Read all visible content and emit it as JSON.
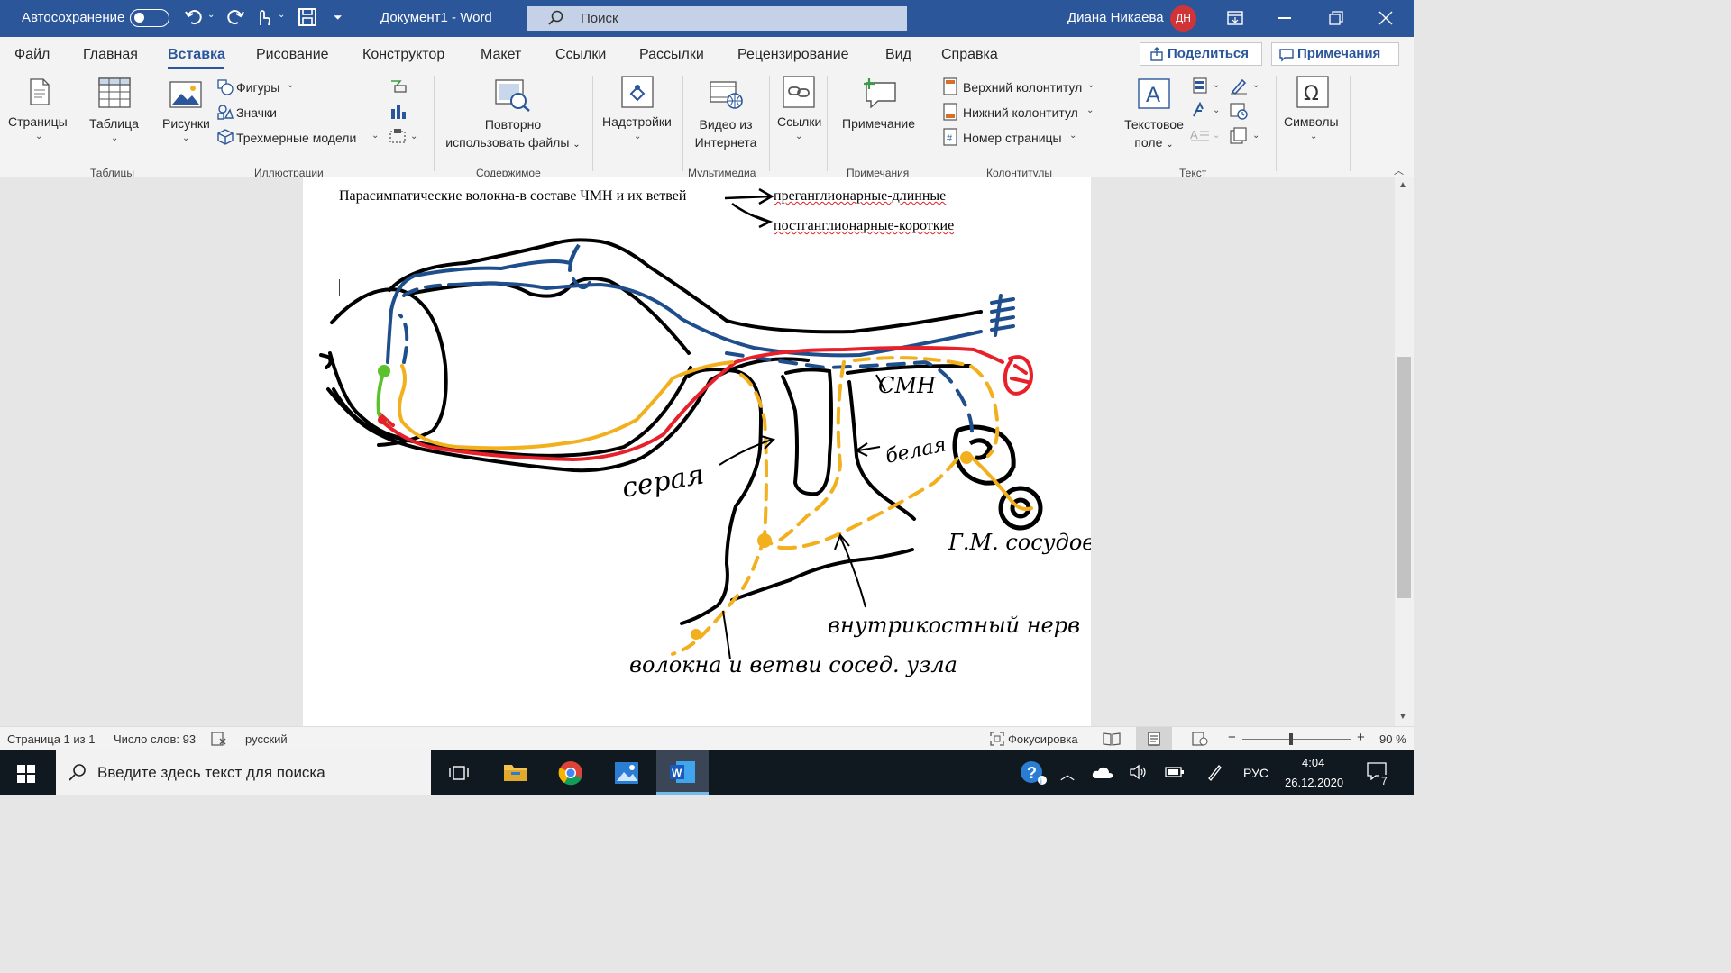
{
  "titlebar": {
    "autosave_label": "Автосохранение",
    "doc_title": "Документ1  -  Word",
    "search_placeholder": "Поиск",
    "user_name": "Диана Никаева",
    "avatar_initials": "ДН"
  },
  "menu": {
    "tabs": [
      "Файл",
      "Главная",
      "Вставка",
      "Рисование",
      "Конструктор",
      "Макет",
      "Ссылки",
      "Рассылки",
      "Рецензирование",
      "Вид",
      "Справка"
    ],
    "active_tab": "Вставка",
    "share_label": "Поделиться",
    "comments_label": "Примечания"
  },
  "ribbon": {
    "pages": "Страницы",
    "table": "Таблица",
    "pictures": "Рисунки",
    "shapes": "Фигуры",
    "icons": "Значки",
    "models3d": "Трехмерные модели",
    "reuse_line1": "Повторно",
    "reuse_line2": "использовать файлы",
    "addins": "Надстройки",
    "video_line1": "Видео из",
    "video_line2": "Интернета",
    "links": "Ссылки",
    "comment": "Примечание",
    "header": "Верхний колонтитул",
    "footer": "Нижний колонтитул",
    "page_number": "Номер страницы",
    "textbox_line1": "Текстовое",
    "textbox_line2": "поле",
    "symbols": "Символы",
    "groups": {
      "tables": "Таблицы",
      "illustrations": "Иллюстрации",
      "content": "Содержимое",
      "multimedia": "Мультимедиа",
      "comments": "Примечания",
      "headers_footers": "Колонтитулы",
      "text": "Текст"
    }
  },
  "document": {
    "heading_line": "Парасимпатические волокна-в составе ЧМН и их ветвей",
    "branch1": "преганглионарные-длинные",
    "branch2": "постганглионарные-короткие",
    "handwritten_labels": [
      "СМН",
      "серая",
      "белая",
      "Г.М. сосудов",
      "внутрикостный нерв",
      "волокна и ветви сосед. узла"
    ]
  },
  "statusbar": {
    "page": "Страница 1 из 1",
    "words": "Число слов: 93",
    "language": "русский",
    "focus": "Фокусировка",
    "zoom_percent": "90 %"
  },
  "taskbar": {
    "search_placeholder": "Введите здесь текст для поиска",
    "lang": "РУС",
    "time": "4:04",
    "date": "26.12.2020",
    "notifications": "7"
  },
  "colors": {
    "word_blue": "#2b579a",
    "ink_black": "#000000",
    "ink_blue": "#1f4e8c",
    "ink_red": "#e8202a",
    "ink_yellow": "#f2b01e",
    "ink_green": "#5cc22b"
  }
}
